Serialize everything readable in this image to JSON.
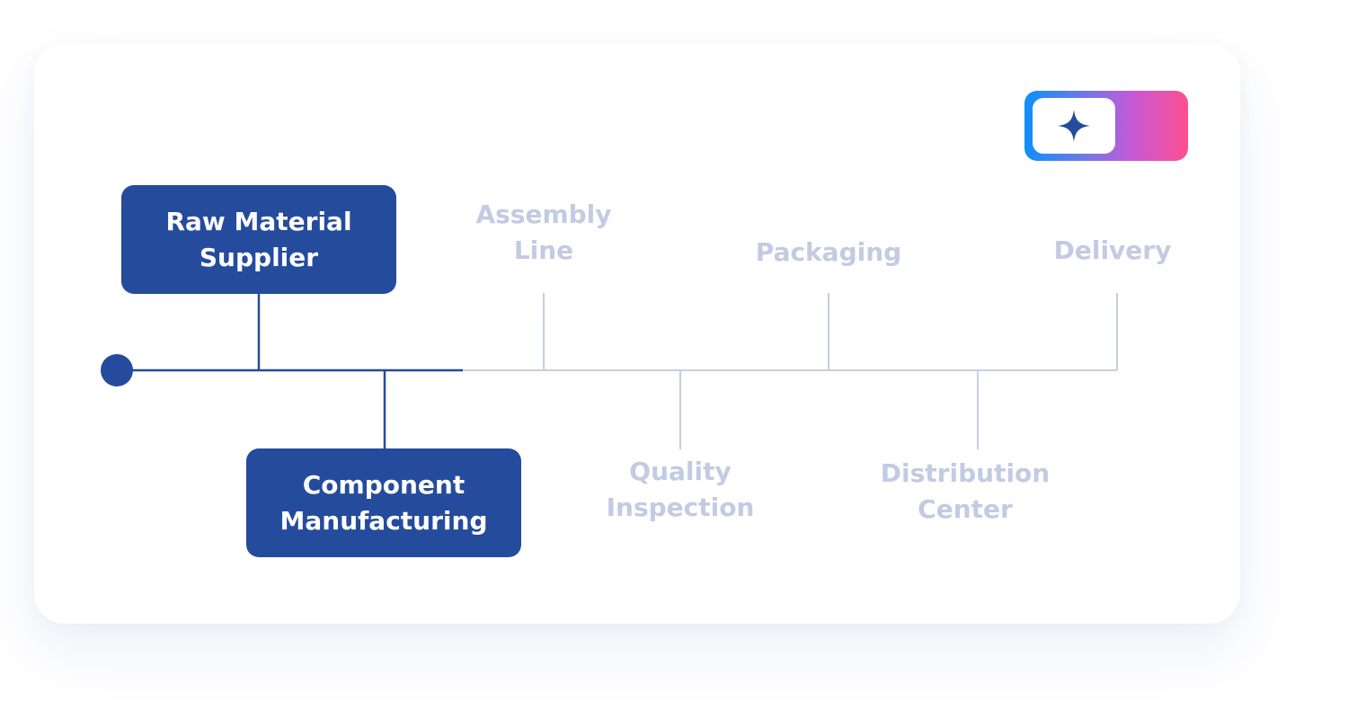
{
  "colors": {
    "active": "#254b9c",
    "inactive_text": "#c2cbe2",
    "inactive_line": "#c6cee3"
  },
  "toggle": {
    "icon": "sparkle-icon",
    "state": "on"
  },
  "stages": [
    {
      "label": "Raw Material\nSupplier",
      "status": "active"
    },
    {
      "label": "Component\nManufacturing",
      "status": "active"
    },
    {
      "label": "Assembly\nLine",
      "status": "inactive"
    },
    {
      "label": "Quality\nInspection",
      "status": "inactive"
    },
    {
      "label": "Packaging",
      "status": "inactive"
    },
    {
      "label": "Distribution\nCenter",
      "status": "inactive"
    },
    {
      "label": "Delivery",
      "status": "inactive"
    }
  ]
}
